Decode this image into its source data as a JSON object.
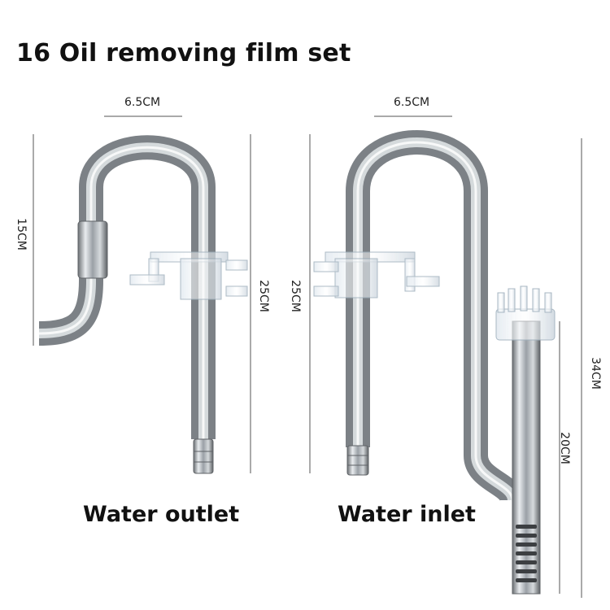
{
  "title": "16 Oil removing film set",
  "outlet": {
    "caption": "Water outlet",
    "width_label": "6.5CM",
    "left_height_label": "15CM",
    "height_label": "25CM"
  },
  "inlet": {
    "caption": "Water inlet",
    "width_label": "6.5CM",
    "height_label": "25CM",
    "skimmer_height_label": "20CM",
    "total_height_label": "34CM"
  }
}
